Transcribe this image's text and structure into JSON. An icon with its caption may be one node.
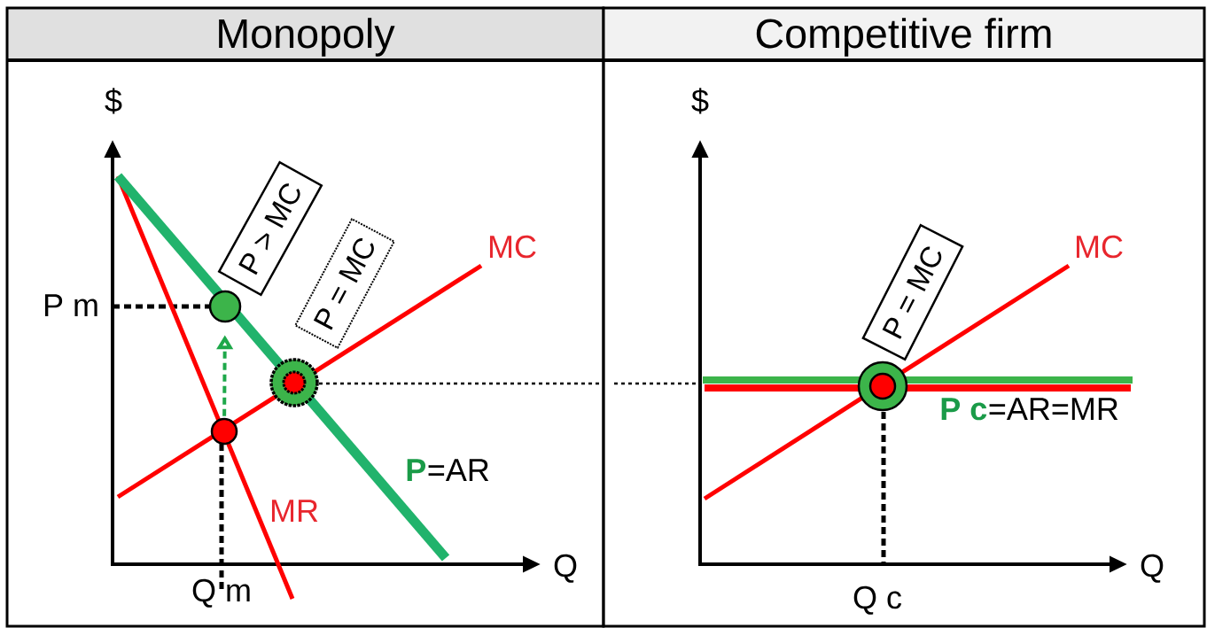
{
  "diagram": {
    "nodes": [
      {
        "text": [
          "Monopoly"
        ]
      },
      {
        "text": [
          "Competitive firm"
        ]
      },
      {
        "text": [
          "P > MC"
        ],
        "in": 0
      },
      {
        "text": [
          "P = MC"
        ],
        "in": 0
      },
      {
        "text": [
          "P = MC"
        ],
        "in": 1
      },
      {
        "text": [],
        "shape": "circle",
        "in": 0
      },
      {
        "text": [],
        "shape": "circle",
        "in": 0
      },
      {
        "text": [],
        "shape": "circle",
        "in": 0
      },
      {
        "text": [],
        "shape": "circle",
        "in": 1
      }
    ],
    "edges": [
      {
        "from": 6,
        "to": 5,
        "arrow": "to",
        "style": "dashed",
        "color": "#1ea84a"
      }
    ],
    "labels": [
      "$",
      "P m",
      "MC",
      "P",
      "=AR",
      "MR",
      "Q",
      "Q m",
      "$",
      "MC",
      "P c",
      "=AR=MR",
      "Q",
      "Q c"
    ]
  }
}
